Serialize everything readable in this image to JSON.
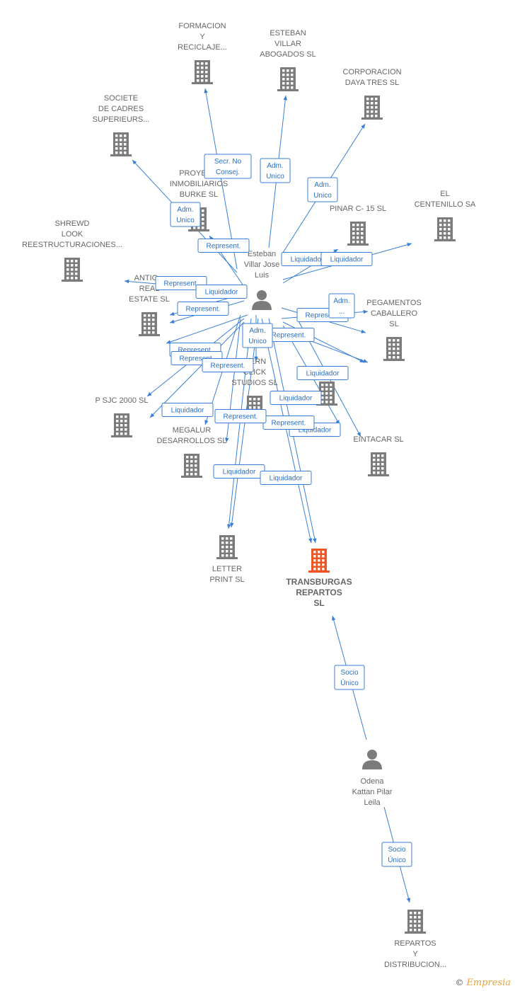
{
  "colors": {
    "edge": "#3a7fd5",
    "company": "#7b7b7b",
    "focus": "#ee5522",
    "person": "#7b7b7b"
  },
  "nodes": [
    {
      "id": "formacion",
      "type": "company",
      "label": [
        "FORMACION",
        "Y",
        "RECICLAJE..."
      ]
    },
    {
      "id": "esteban_abog",
      "type": "company",
      "label": [
        "ESTEBAN",
        "VILLAR",
        "ABOGADOS SL"
      ]
    },
    {
      "id": "corporacion",
      "type": "company",
      "label": [
        "CORPORACION",
        "DAYA TRES SL"
      ]
    },
    {
      "id": "societe",
      "type": "company",
      "label": [
        "SOCIETE",
        "DE CADRES",
        "SUPERIEURS..."
      ]
    },
    {
      "id": "proyectos",
      "type": "company",
      "label": [
        "PROYEC...",
        "INMOBILIARIOS",
        "BURKE SL"
      ]
    },
    {
      "id": "centenillo",
      "type": "company",
      "label": [
        "EL",
        "CENTENILLO SA"
      ]
    },
    {
      "id": "pinar",
      "type": "company",
      "label": [
        "PINAR C- 15 SL"
      ]
    },
    {
      "id": "shrewd",
      "type": "company",
      "label": [
        "SHREWD",
        "LOOK",
        "REESTRUCTURACIONES..."
      ]
    },
    {
      "id": "esteban",
      "type": "person",
      "label": [
        "Esteban",
        "Villar Jose",
        "Luis"
      ]
    },
    {
      "id": "antiguo",
      "type": "company",
      "label": [
        "ANTIG...",
        "REAL",
        "ESTATE SL"
      ]
    },
    {
      "id": "pegamentos",
      "type": "company",
      "label": [
        "PEGAMENTOS",
        "CABALLERO",
        "SL"
      ]
    },
    {
      "id": "modern",
      "type": "company",
      "label": [
        "...ERN",
        "CLICK",
        "STUDIOS SL"
      ]
    },
    {
      "id": "unknown",
      "type": "company",
      "label": []
    },
    {
      "id": "psjc",
      "type": "company",
      "label": [
        "P SJC 2000 SL"
      ]
    },
    {
      "id": "megalur",
      "type": "company",
      "label": [
        "MEGALUR",
        "DESARROLLOS SL"
      ]
    },
    {
      "id": "eintacar",
      "type": "company",
      "label": [
        "EINTACAR SL"
      ]
    },
    {
      "id": "letter",
      "type": "company",
      "label": [
        "LETTER",
        "PRINT SL"
      ]
    },
    {
      "id": "transburgas",
      "type": "focus",
      "label": [
        "TRANSBURGAS",
        "REPARTOS",
        "SL"
      ]
    },
    {
      "id": "odena",
      "type": "person",
      "label": [
        "Odena",
        "Kattan Pilar",
        "Leila"
      ]
    },
    {
      "id": "repartos",
      "type": "company",
      "label": [
        "REPARTOS",
        "Y",
        "DISTRIBUCION..."
      ]
    }
  ],
  "edges": [
    {
      "from": "esteban",
      "to": "formacion",
      "label": [
        "Secr.  No",
        "Consej."
      ]
    },
    {
      "from": "esteban",
      "to": "esteban_abog",
      "label": [
        "Adm.",
        "Unico"
      ]
    },
    {
      "from": "esteban",
      "to": "corporacion",
      "label": [
        "Adm.",
        "Unico"
      ]
    },
    {
      "from": "esteban",
      "to": "societe",
      "label": [
        "Adm.",
        "Unico"
      ]
    },
    {
      "from": "esteban",
      "to": "proyectos",
      "label": [
        "Represent."
      ]
    },
    {
      "from": "esteban",
      "to": "centenillo",
      "label": [
        "Liquidador"
      ]
    },
    {
      "from": "esteban",
      "to": "pinar",
      "label": [
        "Liquidador"
      ]
    },
    {
      "from": "esteban",
      "to": "shrewd",
      "label": [
        "Represent."
      ]
    },
    {
      "from": "esteban",
      "to": "antiguo",
      "label": [
        "Liquidador"
      ]
    },
    {
      "from": "esteban",
      "to": "antiguo",
      "label": [
        "Represent."
      ]
    },
    {
      "from": "esteban",
      "to": "pegamentos",
      "label": [
        "Represent."
      ]
    },
    {
      "from": "esteban",
      "to": "pegamentos",
      "label": [
        "Represent."
      ]
    },
    {
      "from": "esteban",
      "to": "unknown",
      "label": [
        "Adm.",
        "..."
      ]
    },
    {
      "from": "esteban",
      "to": "unknown",
      "label": [
        "Liquidador"
      ]
    },
    {
      "from": "esteban",
      "to": "modern",
      "label": [
        "Adm.",
        "Unico"
      ]
    },
    {
      "from": "esteban",
      "to": "modern",
      "label": [
        "Represent."
      ]
    },
    {
      "from": "esteban",
      "to": "psjc",
      "label": [
        "Represent."
      ]
    },
    {
      "from": "esteban",
      "to": "psjc",
      "label": [
        "Liquidador"
      ]
    },
    {
      "from": "esteban",
      "to": "megalur",
      "label": [
        "Liquidador"
      ]
    },
    {
      "from": "esteban",
      "to": "megalur",
      "label": [
        "Represent."
      ]
    },
    {
      "from": "esteban",
      "to": "eintacar",
      "label": [
        "Liquidador"
      ]
    },
    {
      "from": "esteban",
      "to": "eintacar",
      "label": [
        "Liquidador"
      ]
    },
    {
      "from": "esteban",
      "to": "letter",
      "label": [
        "Liquidador"
      ]
    },
    {
      "from": "esteban",
      "to": "letter",
      "label": [
        "Represent."
      ]
    },
    {
      "from": "esteban",
      "to": "transburgas",
      "label": [
        "Liquidador"
      ]
    },
    {
      "from": "esteban",
      "to": "transburgas",
      "label": [
        "Represent."
      ]
    },
    {
      "from": "odena",
      "to": "transburgas",
      "label": [
        "Socio",
        "Único"
      ]
    },
    {
      "from": "odena",
      "to": "repartos",
      "label": [
        "Socio",
        "Único"
      ]
    }
  ],
  "footer": {
    "copyright": "©",
    "brand": "Empresia"
  }
}
